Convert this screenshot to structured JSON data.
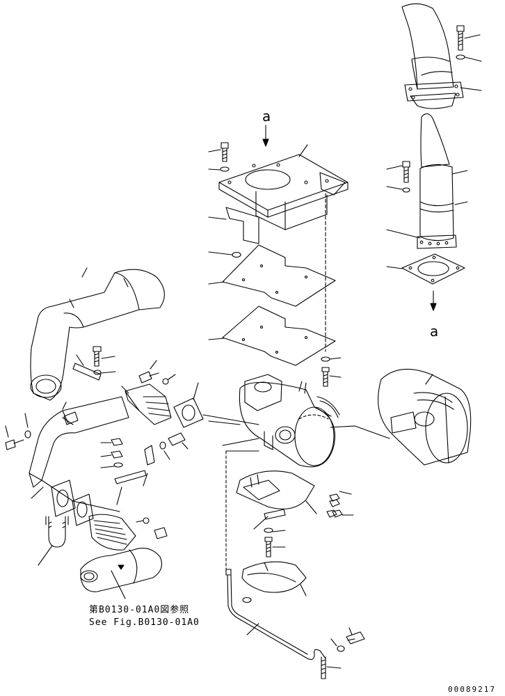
{
  "view_labels": {
    "arrow_top": "a",
    "arrow_right": "a"
  },
  "reference_note": {
    "line_jp": "第B0130-01A0図参照",
    "line_en": "See Fig.B0130-01A0"
  },
  "figure_number": "00089217",
  "colors": {
    "ink": "#000000",
    "paper": "#ffffff"
  }
}
